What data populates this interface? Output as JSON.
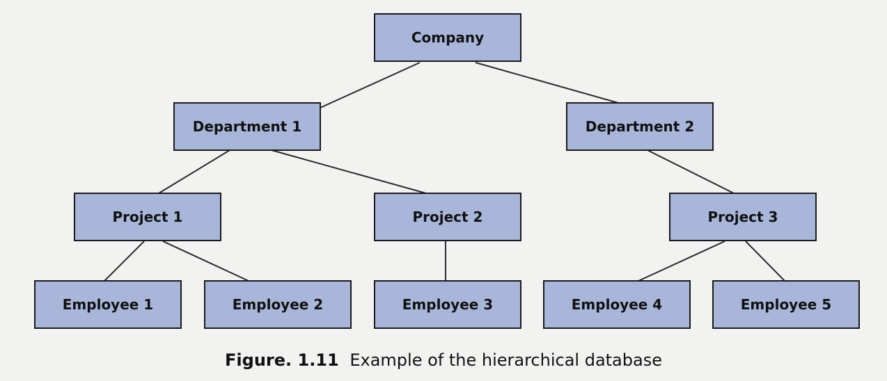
{
  "diagram": {
    "nodes": {
      "company": "Company",
      "department1": "Department 1",
      "department2": "Department 2",
      "project1": "Project 1",
      "project2": "Project 2",
      "project3": "Project 3",
      "employee1": "Employee 1",
      "employee2": "Employee 2",
      "employee3": "Employee 3",
      "employee4": "Employee 4",
      "employee5": "Employee 5"
    },
    "edges": [
      [
        "company",
        "department1"
      ],
      [
        "company",
        "department2"
      ],
      [
        "department1",
        "project1"
      ],
      [
        "department1",
        "project2"
      ],
      [
        "department2",
        "project3"
      ],
      [
        "project1",
        "employee1"
      ],
      [
        "project1",
        "employee2"
      ],
      [
        "project2",
        "employee3"
      ],
      [
        "project3",
        "employee4"
      ],
      [
        "project3",
        "employee5"
      ]
    ]
  },
  "caption": {
    "number": "Figure. 1.11",
    "text": "Example of the hierarchical database"
  },
  "colors": {
    "node_fill": "#a8b6d9",
    "node_border": "#1a1a1a",
    "edge": "#2a2a2a",
    "background": "#f2f2f0"
  }
}
